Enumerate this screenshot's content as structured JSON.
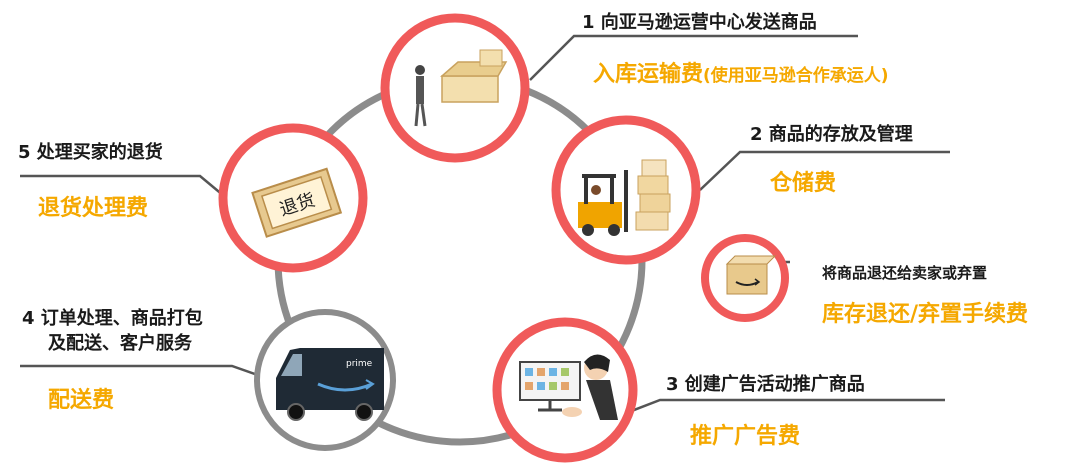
{
  "steps": [
    {
      "title": "1 向亚马逊运营中心发送商品",
      "fee": "入库运输费",
      "fee_note": "(使用亚马逊合作承运人)",
      "icon": "warehouse-receiving-icon"
    },
    {
      "title": "2  商品的存放及管理",
      "fee": "仓储费",
      "icon": "forklift-icon"
    },
    {
      "title": "将商品退还给卖家或弃置",
      "fee": "库存退还/弃置手续费",
      "icon": "amazon-box-icon"
    },
    {
      "title": "3  创建广告活动推广商品",
      "fee": "推广广告费",
      "icon": "advertising-icon"
    },
    {
      "title_line1": "4  订单处理、商品打包",
      "title_line2": "及配送、客户服务",
      "fee": "配送费",
      "icon": "delivery-van-icon",
      "van_text": "prime"
    },
    {
      "title": "5  处理买家的退货",
      "fee": "退货处理费",
      "icon": "return-package-icon",
      "tag_text": "退货"
    }
  ],
  "colors": {
    "ring": "#f05a5a",
    "fee": "#f5a800",
    "track": "#8c8c8c",
    "leader": "#555555"
  }
}
